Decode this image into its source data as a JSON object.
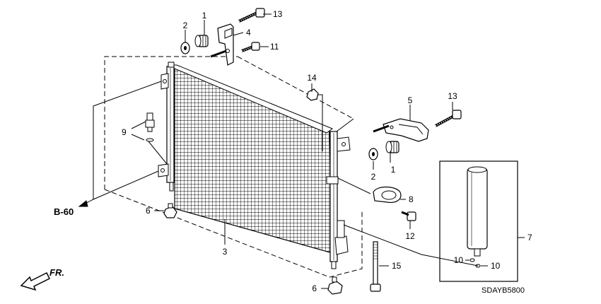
{
  "callouts": {
    "c1a": "1",
    "c1b": "1",
    "c2a": "2",
    "c2b": "2",
    "c3": "3",
    "c4": "4",
    "c5": "5",
    "c6a": "6",
    "c6b": "6",
    "c7": "7",
    "c8": "8",
    "c9": "9",
    "c10a": "10",
    "c10b": "10",
    "c11": "11",
    "c12": "12",
    "c13a": "13",
    "c13b": "13",
    "c14": "14",
    "c15": "15"
  },
  "ref_label": "B-60",
  "front_label": "FR.",
  "diagram_code": "SDAYB5800",
  "colors": {
    "ink": "#000000",
    "background": "#ffffff"
  }
}
